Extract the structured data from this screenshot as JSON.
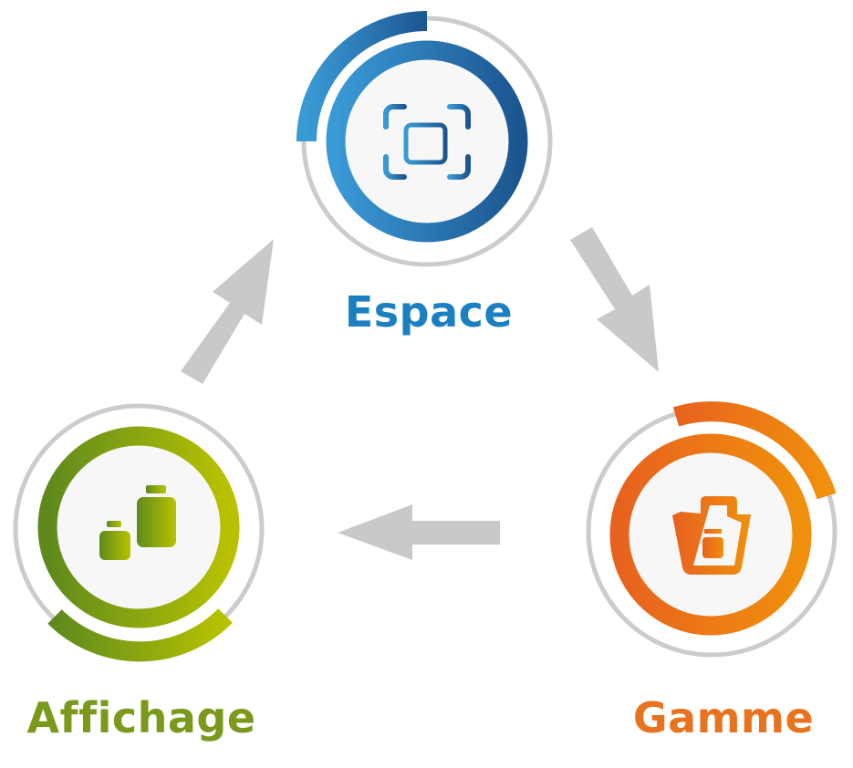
{
  "nodes": [
    {
      "id": "espace",
      "label": "Espace",
      "icon": "storage-cabinet-scan-icon",
      "color": "#1b7fc2"
    },
    {
      "id": "gamme",
      "label": "Gamme",
      "icon": "shopping-bag-jar-icon",
      "color": "#e8731f"
    },
    {
      "id": "affichage",
      "label": "Affichage",
      "icon": "jars-icon",
      "color": "#7b9a1c"
    }
  ],
  "arrows": [
    {
      "from": "affichage",
      "to": "espace"
    },
    {
      "from": "espace",
      "to": "gamme"
    },
    {
      "from": "gamme",
      "to": "affichage"
    }
  ],
  "colors": {
    "arrow": "#c9c9c9",
    "ring": "#cccccc",
    "disk": "#f7f7f8"
  }
}
